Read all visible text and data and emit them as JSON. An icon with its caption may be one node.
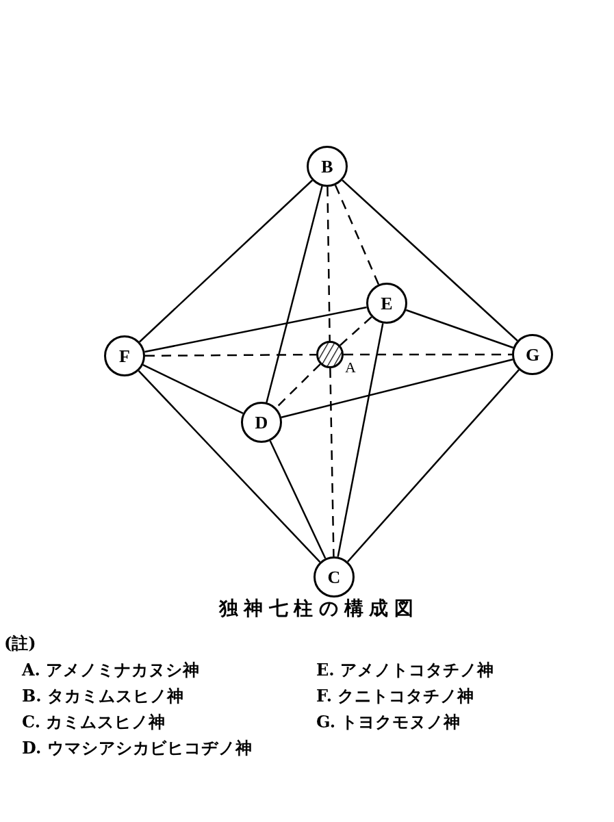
{
  "diagram": {
    "caption": "独神七柱の構成図",
    "nodes": [
      {
        "text": [
          "B"
        ]
      },
      {
        "text": [
          "E"
        ]
      },
      {
        "text": [
          "F"
        ]
      },
      {
        "text": [],
        "shape": "circle",
        "beside": [
          "A"
        ]
      },
      {
        "text": [
          "G"
        ]
      },
      {
        "text": [
          "D"
        ]
      },
      {
        "text": [
          "C"
        ]
      }
    ],
    "edges": [
      {
        "from": 0,
        "to": 2,
        "arrow": "none"
      },
      {
        "from": 0,
        "to": 5,
        "arrow": "none"
      },
      {
        "from": 0,
        "to": 3,
        "arrow": "none",
        "style": "dashed"
      },
      {
        "from": 0,
        "to": 1,
        "arrow": "none",
        "style": "dashed"
      },
      {
        "from": 0,
        "to": 4,
        "arrow": "none"
      },
      {
        "from": 1,
        "to": 2,
        "arrow": "none"
      },
      {
        "from": 1,
        "to": 4,
        "arrow": "none"
      },
      {
        "from": 1,
        "to": 3,
        "arrow": "none",
        "style": "dashed"
      },
      {
        "from": 1,
        "to": 6,
        "arrow": "none"
      },
      {
        "from": 2,
        "to": 3,
        "arrow": "none",
        "style": "dashed"
      },
      {
        "from": 3,
        "to": 4,
        "arrow": "none",
        "style": "dashed"
      },
      {
        "from": 3,
        "to": 5,
        "arrow": "none",
        "style": "dashed"
      },
      {
        "from": 3,
        "to": 6,
        "arrow": "none",
        "style": "dashed"
      },
      {
        "from": 2,
        "to": 5,
        "arrow": "none"
      },
      {
        "from": 5,
        "to": 4,
        "arrow": "none"
      },
      {
        "from": 2,
        "to": 6,
        "arrow": "none"
      },
      {
        "from": 5,
        "to": 6,
        "arrow": "none"
      },
      {
        "from": 4,
        "to": 6,
        "arrow": "none"
      }
    ],
    "labels": [
      "(註)",
      "A. アメノミナカヌシ神",
      "E. アメノトコタチノ神",
      "B. タカミムスヒノ神",
      "F. クニトコタチノ神",
      "C. カミムスヒノ神",
      "G. トヨクモヌノ神",
      "D. ウマシアシカビヒコヂノ神"
    ]
  }
}
